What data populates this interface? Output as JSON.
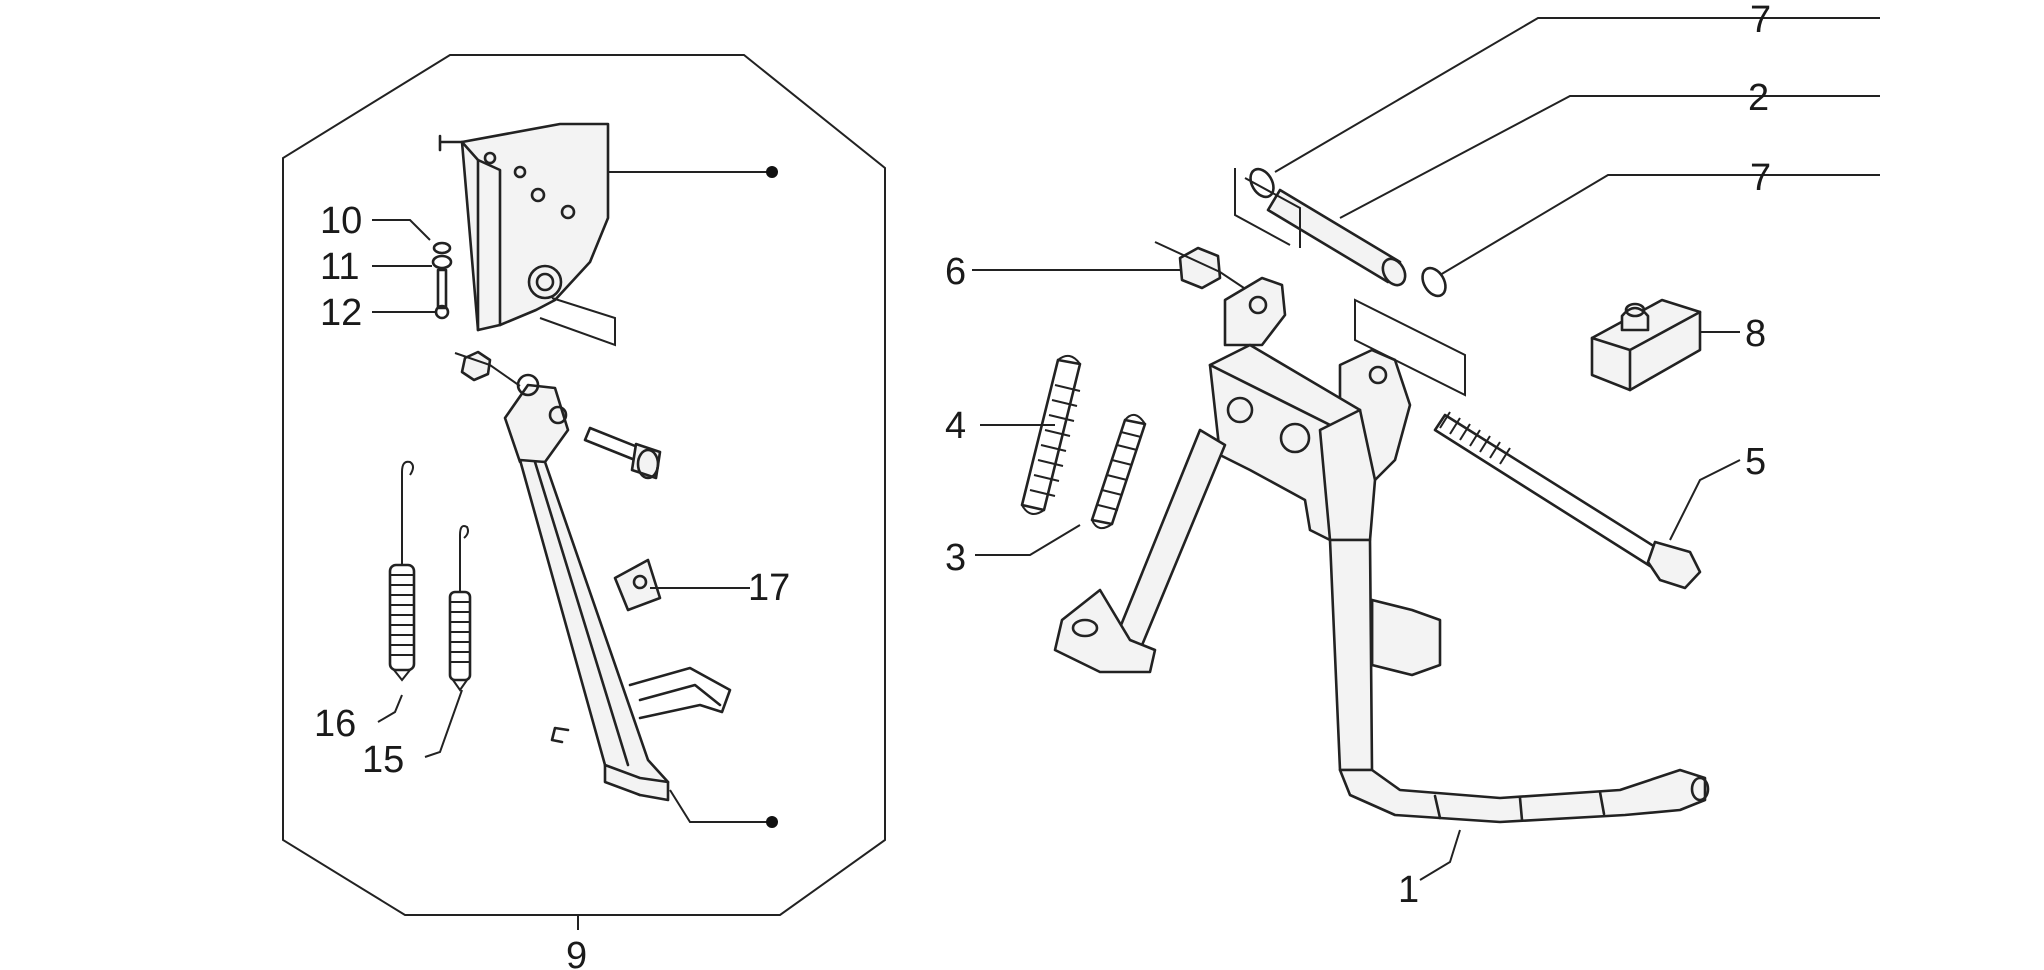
{
  "callouts": {
    "c1": "1",
    "c2": "2",
    "c3": "3",
    "c4": "4",
    "c5": "5",
    "c6": "6",
    "c7a": "7",
    "c7b": "7",
    "c8": "8",
    "c9": "9",
    "c10": "10",
    "c11": "11",
    "c12": "12",
    "c15": "15",
    "c16": "16",
    "c17": "17"
  },
  "icons": {
    "center_stand": "center-stand-icon",
    "side_stand": "side-stand-icon",
    "spring": "spring-icon",
    "bolt": "bolt-icon",
    "nut": "nut-icon",
    "pin": "pin-icon",
    "o_ring": "o-ring-icon",
    "rubber_pad": "rubber-pad-icon",
    "clip": "clip-icon"
  }
}
